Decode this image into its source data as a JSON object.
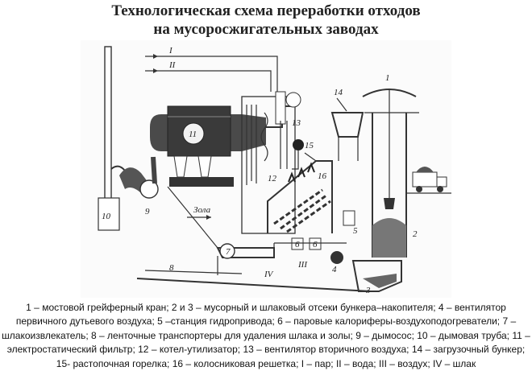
{
  "title": {
    "line1": "Технологическая схема переработки отходов",
    "line2": "на мусоросжигательных заводах"
  },
  "diagram": {
    "labels": {
      "n1": "1",
      "n2": "2",
      "n3": "3",
      "n4": "4",
      "n5": "5",
      "n6a": "6",
      "n6b": "6",
      "n7": "7",
      "n8": "8",
      "n9": "9",
      "n10": "10",
      "n11": "11",
      "n12": "12",
      "n13": "13",
      "n14": "14",
      "n15": "15",
      "n16": "16",
      "r1": "I",
      "r2": "II",
      "r3": "III",
      "r4": "IV",
      "ash": "Зола"
    }
  },
  "caption": {
    "line1": "1 – мостовой грейферный кран; 2 и 3 – мусорный и шлаковый отсеки бункера–накопителя; 4 – вентилятор",
    "line2": "первичного дутьевого воздуха; 5 –станция гидропривода; 6 – паровые калориферы-воздухоподогреватели; 7 –",
    "line3": "шлакоизвлекатель; 8 – ленточные транспортеры для удаления шлака и золы; 9 – дымосос; 10 – дымовая труба; 11 –",
    "line4": "электростатический фильтр; 12 – котел-утилизатор; 13 – вентилятор вторичного воздуха; 14 – загрузочный бункер;",
    "line5": "15- растопочная горелка; 16 – колосниковая решетка; I – пар; II – вода; III – воздух; IV – шлак"
  }
}
